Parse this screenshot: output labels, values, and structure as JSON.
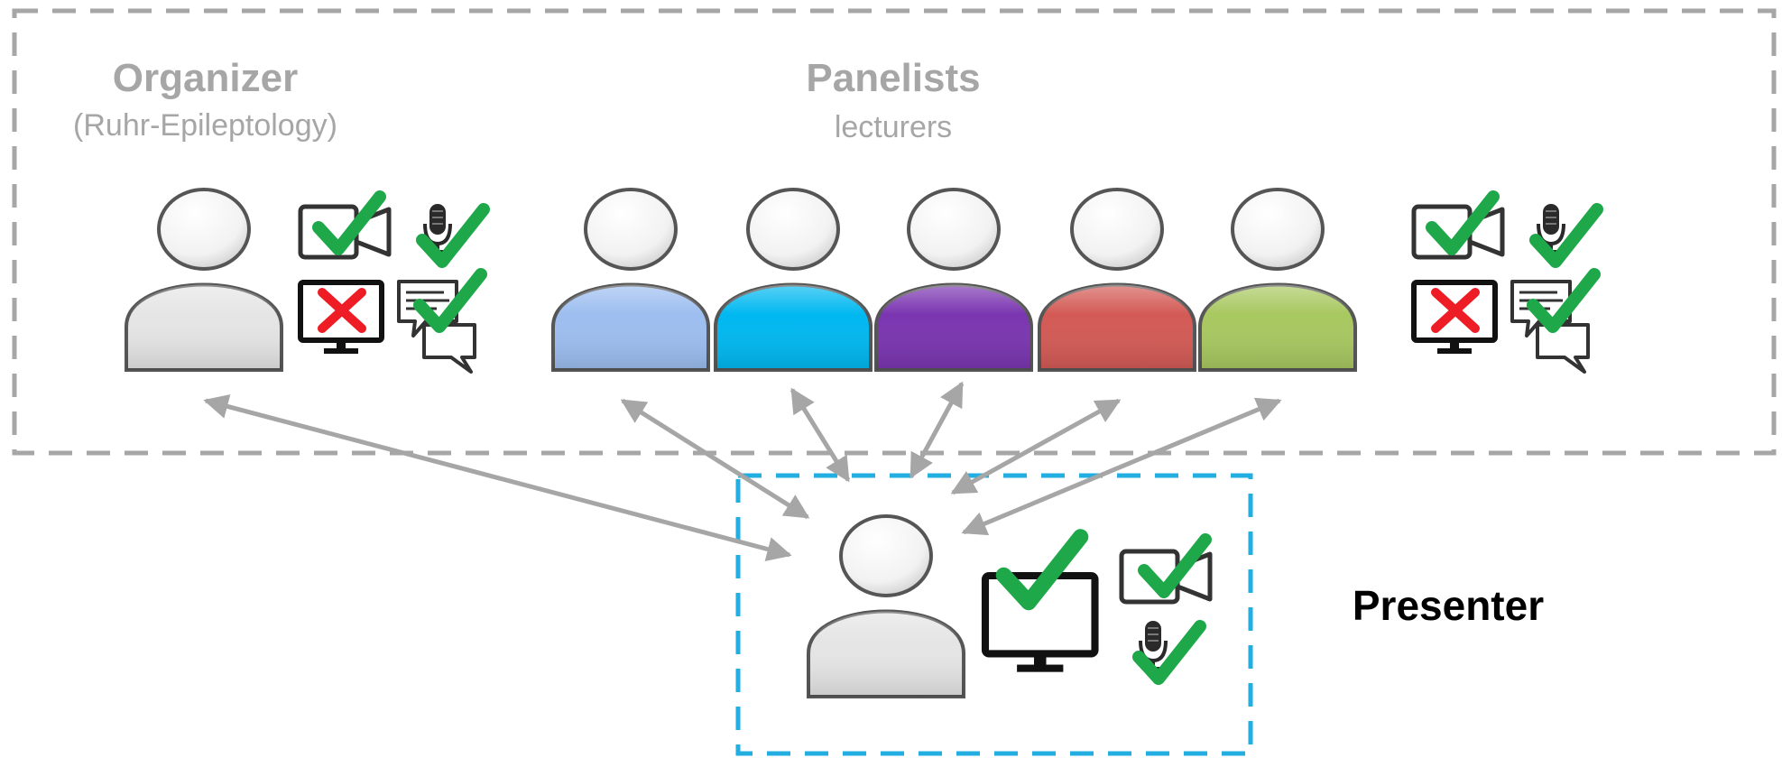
{
  "groups": {
    "organizer": {
      "title": "Organizer",
      "subtitle": "(Ruhr-Epileptology)"
    },
    "panelists": {
      "title": "Panelists",
      "subtitle": "lecturers"
    },
    "presenter": {
      "label": "Presenter"
    }
  },
  "colors": {
    "group_border": "#a6a6a6",
    "presenter_border": "#22aee0",
    "arrow": "#a6a6a6",
    "check": "#1ea84a",
    "cross": "#ee1c24",
    "organizer_body": "#e5e5e5",
    "presenter_body": "#e5e5e5",
    "panelist_bodies": [
      "#9dbef0",
      "#00b8f0",
      "#7a35b0",
      "#d35a55",
      "#a8c860"
    ]
  },
  "permissions": {
    "organizer": {
      "video": "allowed",
      "audio": "allowed",
      "screen_share": "denied",
      "chat": "allowed"
    },
    "panelists": {
      "video": "allowed",
      "audio": "allowed",
      "screen_share": "denied",
      "chat": "allowed"
    },
    "presenter": {
      "video": "allowed",
      "audio": "allowed",
      "screen_share": "allowed"
    }
  },
  "icons": [
    "camera-icon",
    "microphone-icon",
    "monitor-icon",
    "chat-icon",
    "checkmark-icon",
    "cross-icon"
  ]
}
